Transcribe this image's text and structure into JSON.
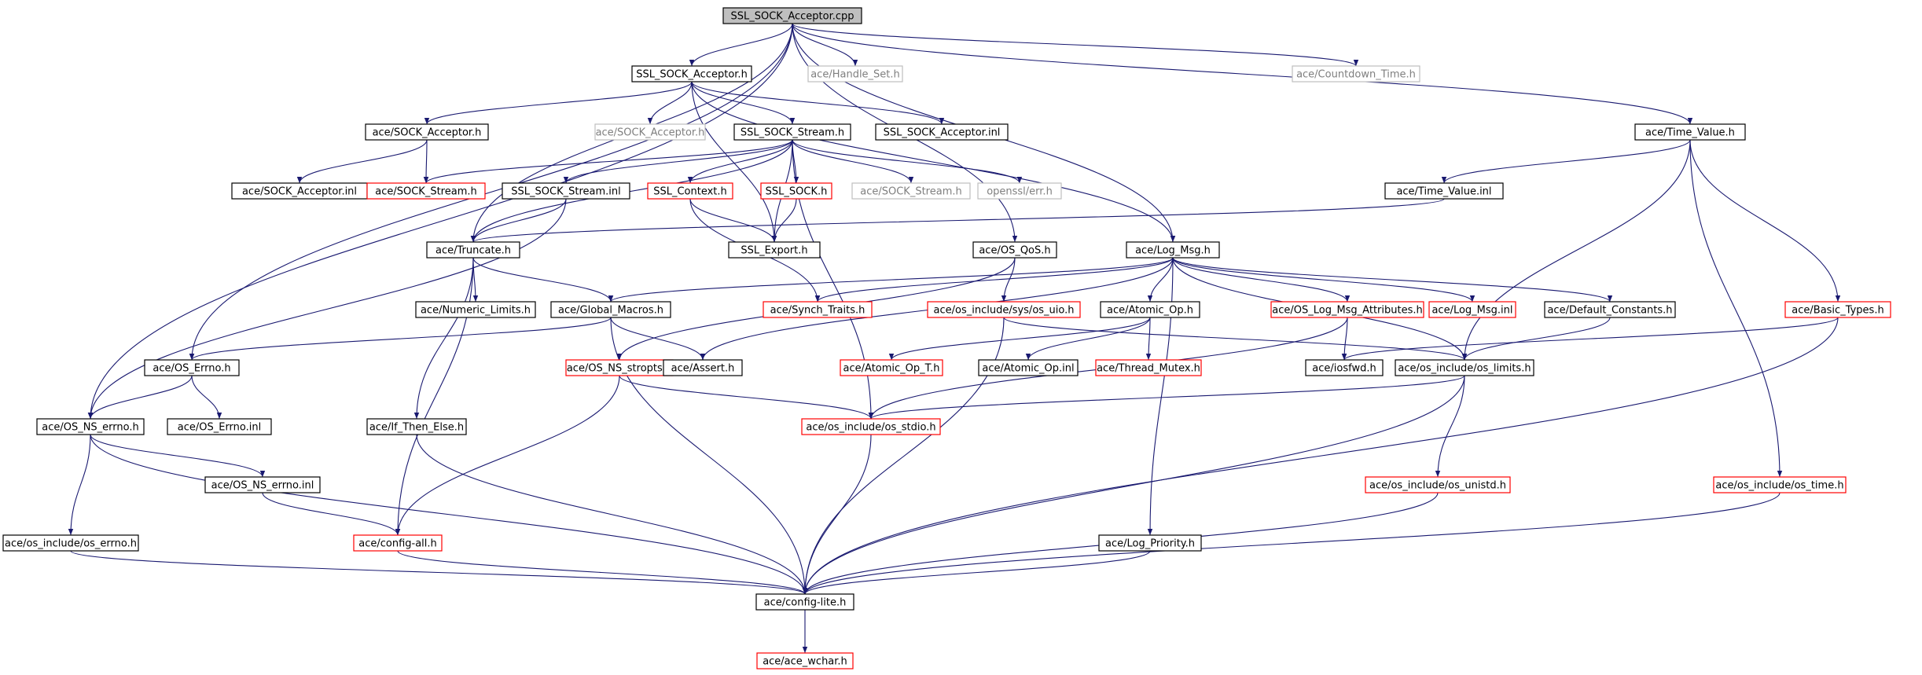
{
  "title": "SSL_SOCK_Acceptor.cpp",
  "colors": {
    "edge": "#191970",
    "black": "#000000",
    "red": "#ff0000",
    "gray": "#bfbfbf",
    "root_fill": "#bfbfbf"
  },
  "nodes": [
    {
      "id": "root",
      "label": "SSL_SOCK_Acceptor.cpp",
      "style": "root"
    },
    {
      "id": "sslh",
      "label": "SSL_SOCK_Acceptor.h",
      "style": "black"
    },
    {
      "id": "handleset",
      "label": "ace/Handle_Set.h",
      "style": "gray"
    },
    {
      "id": "countdown",
      "label": "ace/Countdown_Time.h",
      "style": "gray"
    },
    {
      "id": "timevalue",
      "label": "ace/Time_Value.h",
      "style": "black"
    },
    {
      "id": "sockacc",
      "label": "ace/SOCK_Acceptor.h",
      "style": "black"
    },
    {
      "id": "sockacc2",
      "label": "ace/SOCK_Acceptor.h",
      "style": "gray"
    },
    {
      "id": "sslstream",
      "label": "SSL_SOCK_Stream.h",
      "style": "black"
    },
    {
      "id": "sslaccinl",
      "label": "SSL_SOCK_Acceptor.inl",
      "style": "black"
    },
    {
      "id": "sockaccinl",
      "label": "ace/SOCK_Acceptor.inl",
      "style": "black"
    },
    {
      "id": "sockstream",
      "label": "ace/SOCK_Stream.h",
      "style": "red"
    },
    {
      "id": "sslstreaminl",
      "label": "SSL_SOCK_Stream.inl",
      "style": "black"
    },
    {
      "id": "sslcontext",
      "label": "SSL_Context.h",
      "style": "red"
    },
    {
      "id": "sslsock",
      "label": "SSL_SOCK.h",
      "style": "red"
    },
    {
      "id": "sockstream2",
      "label": "ace/SOCK_Stream.h",
      "style": "gray"
    },
    {
      "id": "opensslerr",
      "label": "openssl/err.h",
      "style": "gray"
    },
    {
      "id": "timevalueinl",
      "label": "ace/Time_Value.inl",
      "style": "black"
    },
    {
      "id": "truncate",
      "label": "ace/Truncate.h",
      "style": "black"
    },
    {
      "id": "sslexport",
      "label": "SSL_Export.h",
      "style": "black"
    },
    {
      "id": "osqos",
      "label": "ace/OS_QoS.h",
      "style": "black"
    },
    {
      "id": "logmsg",
      "label": "ace/Log_Msg.h",
      "style": "black"
    },
    {
      "id": "numlimits",
      "label": "ace/Numeric_Limits.h",
      "style": "black"
    },
    {
      "id": "globalmacros",
      "label": "ace/Global_Macros.h",
      "style": "black"
    },
    {
      "id": "synchtraits",
      "label": "ace/Synch_Traits.h",
      "style": "red"
    },
    {
      "id": "osuio",
      "label": "ace/os_include/sys/os_uio.h",
      "style": "red"
    },
    {
      "id": "atomicop",
      "label": "ace/Atomic_Op.h",
      "style": "black"
    },
    {
      "id": "oslogmsgattr",
      "label": "ace/OS_Log_Msg_Attributes.h",
      "style": "red"
    },
    {
      "id": "logmsginl",
      "label": "ace/Log_Msg.inl",
      "style": "red"
    },
    {
      "id": "defconst",
      "label": "ace/Default_Constants.h",
      "style": "black"
    },
    {
      "id": "basictypes",
      "label": "ace/Basic_Types.h",
      "style": "red"
    },
    {
      "id": "oserrnoh",
      "label": "ace/OS_Errno.h",
      "style": "black"
    },
    {
      "id": "osnsstropts",
      "label": "ace/OS_NS_stropts.h",
      "style": "red"
    },
    {
      "id": "assert",
      "label": "ace/Assert.h",
      "style": "black"
    },
    {
      "id": "atomicopt",
      "label": "ace/Atomic_Op_T.h",
      "style": "red"
    },
    {
      "id": "atomicopinl",
      "label": "ace/Atomic_Op.inl",
      "style": "black"
    },
    {
      "id": "threadmutex",
      "label": "ace/Thread_Mutex.h",
      "style": "red"
    },
    {
      "id": "iosfwd",
      "label": "ace/iosfwd.h",
      "style": "black"
    },
    {
      "id": "oslimits",
      "label": "ace/os_include/os_limits.h",
      "style": "black"
    },
    {
      "id": "osnserrno",
      "label": "ace/OS_NS_errno.h",
      "style": "black"
    },
    {
      "id": "oserrnoinl",
      "label": "ace/OS_Errno.inl",
      "style": "black"
    },
    {
      "id": "ifthenelse",
      "label": "ace/If_Then_Else.h",
      "style": "black"
    },
    {
      "id": "osstdio",
      "label": "ace/os_include/os_stdio.h",
      "style": "red"
    },
    {
      "id": "osnserrnoinl",
      "label": "ace/OS_NS_errno.inl",
      "style": "black"
    },
    {
      "id": "osunistd",
      "label": "ace/os_include/os_unistd.h",
      "style": "red"
    },
    {
      "id": "ostime",
      "label": "ace/os_include/os_time.h",
      "style": "red"
    },
    {
      "id": "oserrno",
      "label": "ace/os_include/os_errno.h",
      "style": "black"
    },
    {
      "id": "configall",
      "label": "ace/config-all.h",
      "style": "red"
    },
    {
      "id": "logpriority",
      "label": "ace/Log_Priority.h",
      "style": "black"
    },
    {
      "id": "configlite",
      "label": "ace/config-lite.h",
      "style": "black"
    },
    {
      "id": "acewchar",
      "label": "ace/ace_wchar.h",
      "style": "red"
    }
  ],
  "edges": [
    [
      "root",
      "sslh"
    ],
    [
      "root",
      "handleset"
    ],
    [
      "root",
      "countdown"
    ],
    [
      "root",
      "timevalue"
    ],
    [
      "root",
      "truncate"
    ],
    [
      "root",
      "oserrnoh"
    ],
    [
      "root",
      "osnserrno"
    ],
    [
      "root",
      "osqos"
    ],
    [
      "root",
      "logmsg"
    ],
    [
      "sslh",
      "sockacc"
    ],
    [
      "sslh",
      "sockacc2"
    ],
    [
      "sslh",
      "sslstream"
    ],
    [
      "sslh",
      "sslaccinl"
    ],
    [
      "sslh",
      "sslexport"
    ],
    [
      "sslh",
      "logmsg"
    ],
    [
      "sockacc",
      "sockaccinl"
    ],
    [
      "sockacc",
      "sockstream"
    ],
    [
      "sslstream",
      "sockstream"
    ],
    [
      "sslstream",
      "sslstreaminl"
    ],
    [
      "sslstream",
      "sslcontext"
    ],
    [
      "sslstream",
      "sslsock"
    ],
    [
      "sslstream",
      "sockstream2"
    ],
    [
      "sslstream",
      "opensslerr"
    ],
    [
      "sslstream",
      "sslexport"
    ],
    [
      "sslstream",
      "truncate"
    ],
    [
      "sslstream",
      "osstdio"
    ],
    [
      "sslstreaminl",
      "truncate"
    ],
    [
      "sslstreaminl",
      "osnserrno"
    ],
    [
      "sslcontext",
      "sslexport"
    ],
    [
      "sslcontext",
      "synchtraits"
    ],
    [
      "sslsock",
      "sslexport"
    ],
    [
      "timevalue",
      "timevalueinl"
    ],
    [
      "timevalue",
      "basictypes"
    ],
    [
      "timevalue",
      "oslimits"
    ],
    [
      "timevalue",
      "ostime"
    ],
    [
      "timevalueinl",
      "truncate"
    ],
    [
      "truncate",
      "numlimits"
    ],
    [
      "truncate",
      "globalmacros"
    ],
    [
      "truncate",
      "ifthenelse"
    ],
    [
      "truncate",
      "configall"
    ],
    [
      "osqos",
      "osuio"
    ],
    [
      "osqos",
      "osnsstropts"
    ],
    [
      "logmsg",
      "globalmacros"
    ],
    [
      "logmsg",
      "synchtraits"
    ],
    [
      "logmsg",
      "atomicop"
    ],
    [
      "logmsg",
      "oslogmsgattr"
    ],
    [
      "logmsg",
      "logmsginl"
    ],
    [
      "logmsg",
      "defconst"
    ],
    [
      "logmsg",
      "assert"
    ],
    [
      "logmsg",
      "logpriority"
    ],
    [
      "logmsg",
      "oslimits"
    ],
    [
      "globalmacros",
      "oserrnoh"
    ],
    [
      "globalmacros",
      "assert"
    ],
    [
      "globalmacros",
      "configlite"
    ],
    [
      "osuio",
      "oslimits"
    ],
    [
      "osuio",
      "configlite"
    ],
    [
      "atomicop",
      "atomicopt"
    ],
    [
      "atomicop",
      "atomicopinl"
    ],
    [
      "atomicop",
      "threadmutex"
    ],
    [
      "oslogmsgattr",
      "iosfwd"
    ],
    [
      "oslogmsgattr",
      "osstdio"
    ],
    [
      "defconst",
      "oslimits"
    ],
    [
      "basictypes",
      "iosfwd"
    ],
    [
      "basictypes",
      "configlite"
    ],
    [
      "oserrnoh",
      "osnserrno"
    ],
    [
      "oserrnoh",
      "oserrnoinl"
    ],
    [
      "osnsstropts",
      "configall"
    ],
    [
      "osnsstropts",
      "osstdio"
    ],
    [
      "oslimits",
      "osstdio"
    ],
    [
      "oslimits",
      "osunistd"
    ],
    [
      "oslimits",
      "configlite"
    ],
    [
      "osnserrno",
      "osnserrnoinl"
    ],
    [
      "osnserrno",
      "oserrno"
    ],
    [
      "osnserrno",
      "configlite"
    ],
    [
      "osnserrnoinl",
      "configall"
    ],
    [
      "ifthenelse",
      "configlite"
    ],
    [
      "osstdio",
      "configlite"
    ],
    [
      "osunistd",
      "configlite"
    ],
    [
      "ostime",
      "configlite"
    ],
    [
      "oserrno",
      "configlite"
    ],
    [
      "configall",
      "configlite"
    ],
    [
      "logpriority",
      "configlite"
    ],
    [
      "configlite",
      "acewchar"
    ]
  ]
}
